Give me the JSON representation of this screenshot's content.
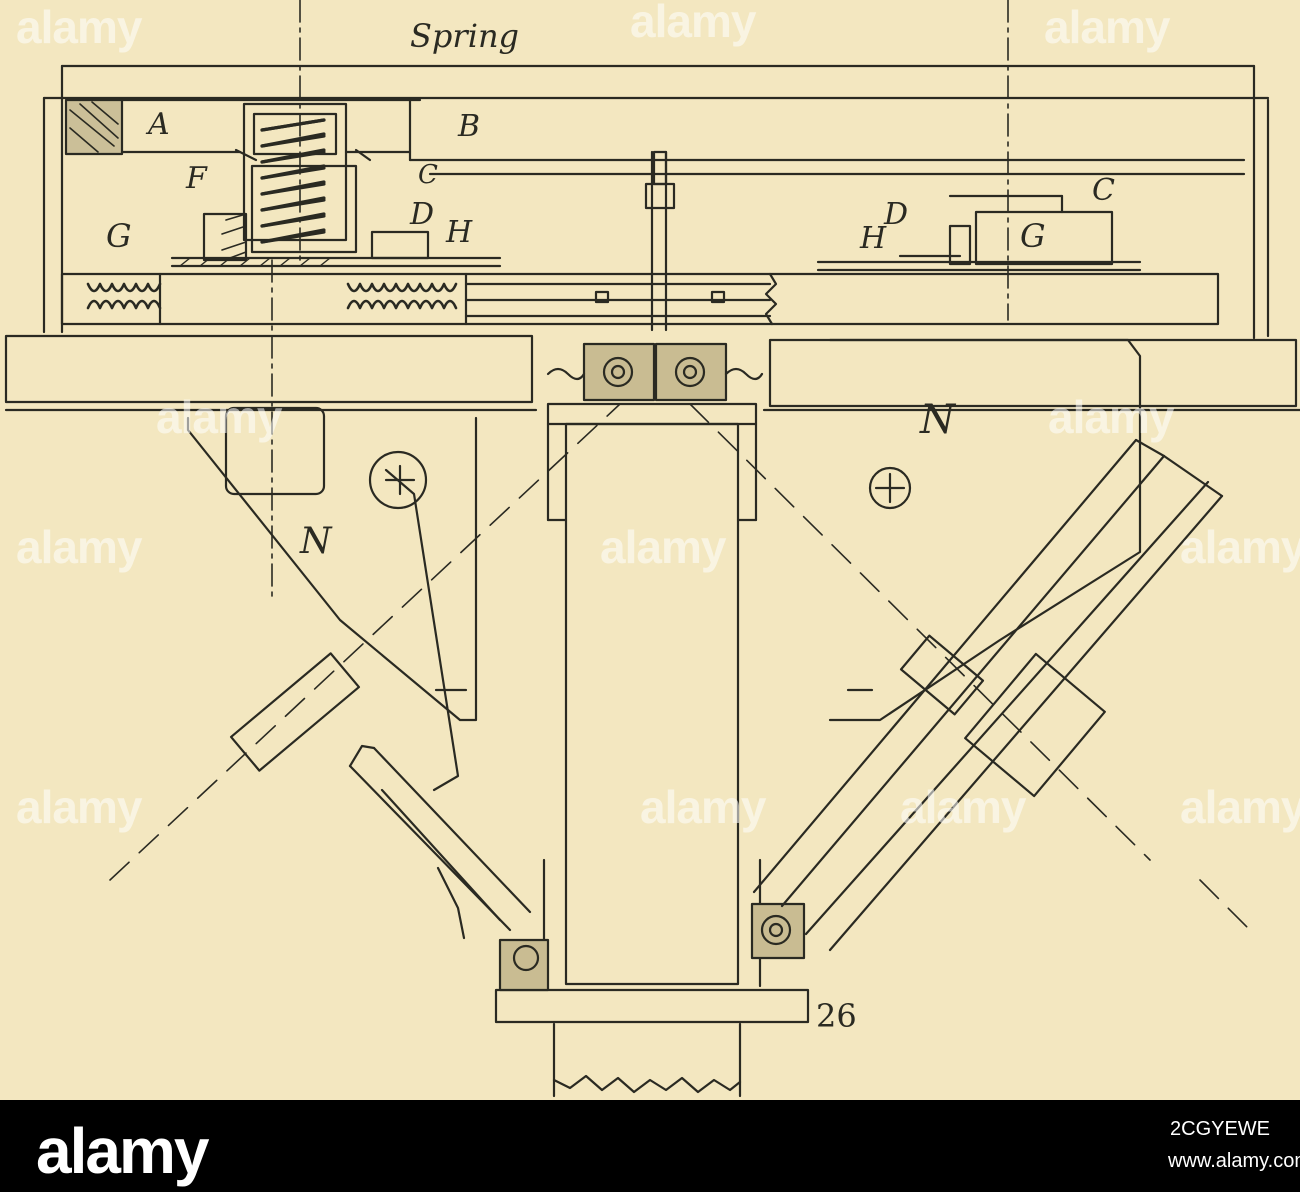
{
  "labels": {
    "spring": "Spring",
    "a": "A",
    "b": "B",
    "c_left": "C",
    "c_right": "C",
    "d_left": "D",
    "d_right": "D",
    "f": "F",
    "g_left": "G",
    "g_right": "G",
    "h_left": "H",
    "h_right": "H",
    "n_left": "N",
    "n_right": "N",
    "figure_number": "26"
  },
  "watermark": {
    "text": "alamy"
  },
  "footer": {
    "logo": "alamy",
    "image_id": "2CGYEWE",
    "url": "www.alamy.com"
  },
  "colors": {
    "paper": "#f3e7c0",
    "ink": "#2a2a22",
    "footer": "#000000"
  }
}
